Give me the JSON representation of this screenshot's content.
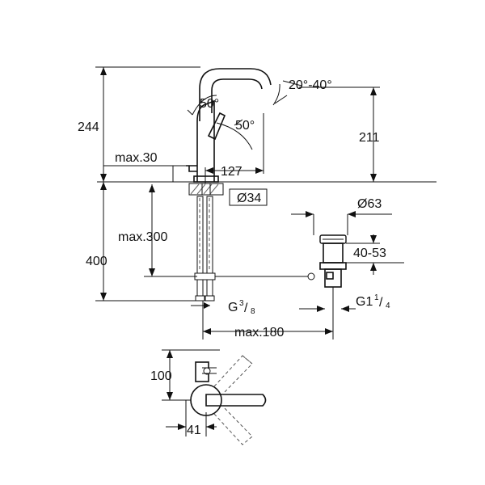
{
  "labels": {
    "angle_swivel": "20°-40°",
    "angle_lever_1": "50°",
    "angle_lever_2": "50°",
    "height_total": "244",
    "height_spout": "211",
    "max_thickness": "max.30",
    "reach": "127",
    "diameter_hole": "Ø34",
    "diameter_waste": "Ø63",
    "waste_range": "40-53",
    "hose_length": "max.300",
    "below_height": "400",
    "connection_main": "G",
    "connection_num": "3",
    "connection_den": "8",
    "waste_main": "G1",
    "waste_num": "1",
    "waste_den": "4",
    "max_180": "max.180",
    "plan_100": "100",
    "plan_41": "41"
  }
}
